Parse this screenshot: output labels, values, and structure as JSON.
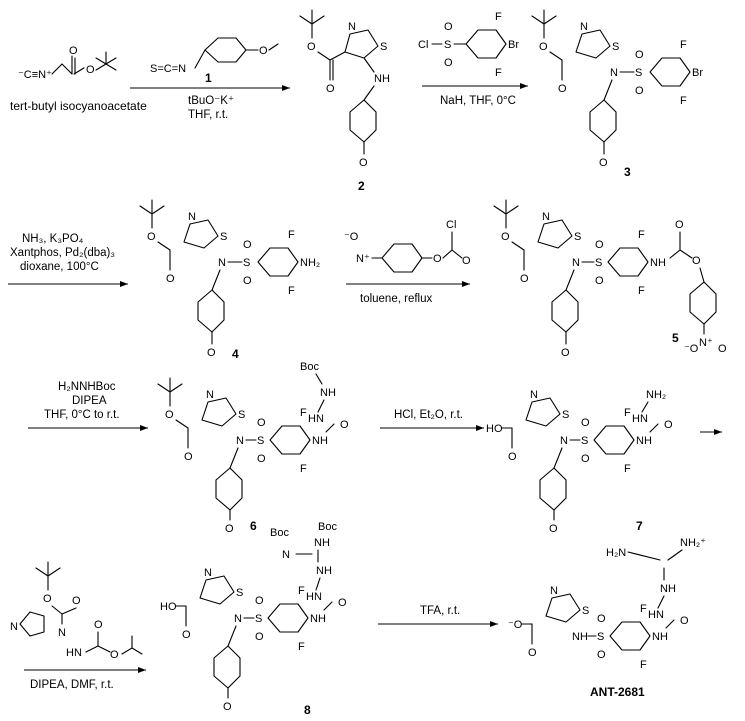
{
  "reagent_labels": {
    "isocyanoacetate": "tert-butyl isocyanoacetate"
  },
  "steps": [
    {
      "above": "",
      "below": "tBuO⁻K⁺",
      "below2": "THF, r.t."
    },
    {
      "above": "",
      "below": "NaH, THF, 0°C",
      "below2": ""
    },
    {
      "above": "NH₃, K₃PO₄",
      "above2": "Xantphos, Pd₂(dba)₃",
      "above3": "dioxane, 100°C"
    },
    {
      "below": "toluene, reflux"
    },
    {
      "above": "H₂NNHBoc",
      "above2": "DIPEA",
      "above3": "THF, 0°C to r.t."
    },
    {
      "above": "HCl, Et₂O, r.t."
    },
    {
      "below": "DIPEA, DMF, r.t."
    },
    {
      "above": "TFA, r.t."
    }
  ],
  "compounds": {
    "c1": "1",
    "c2": "2",
    "c3": "3",
    "c4": "4",
    "c5": "5",
    "c6": "6",
    "c7": "7",
    "c8": "8",
    "final": "ANT-2681"
  },
  "atoms": {
    "N": "N",
    "S": "S",
    "O": "O",
    "F": "F",
    "Br": "Br",
    "Cl": "Cl",
    "H": "H",
    "NH": "NH",
    "NH2": "NH₂",
    "HN": "HN",
    "HO": "HO",
    "Boc": "Boc",
    "H2N": "H₂N",
    "NH2plus": "NH₂⁺",
    "Ominus": "⁻O",
    "Nplus": "N⁺",
    "isocyano": "⁻C≡N⁺",
    "SCN": "S=C=N",
    "NO2": "⁻O–N⁺",
    "Oneg": "⁻O",
    "Nitro": "N⁺",
    "NHplus": "N⁺"
  }
}
